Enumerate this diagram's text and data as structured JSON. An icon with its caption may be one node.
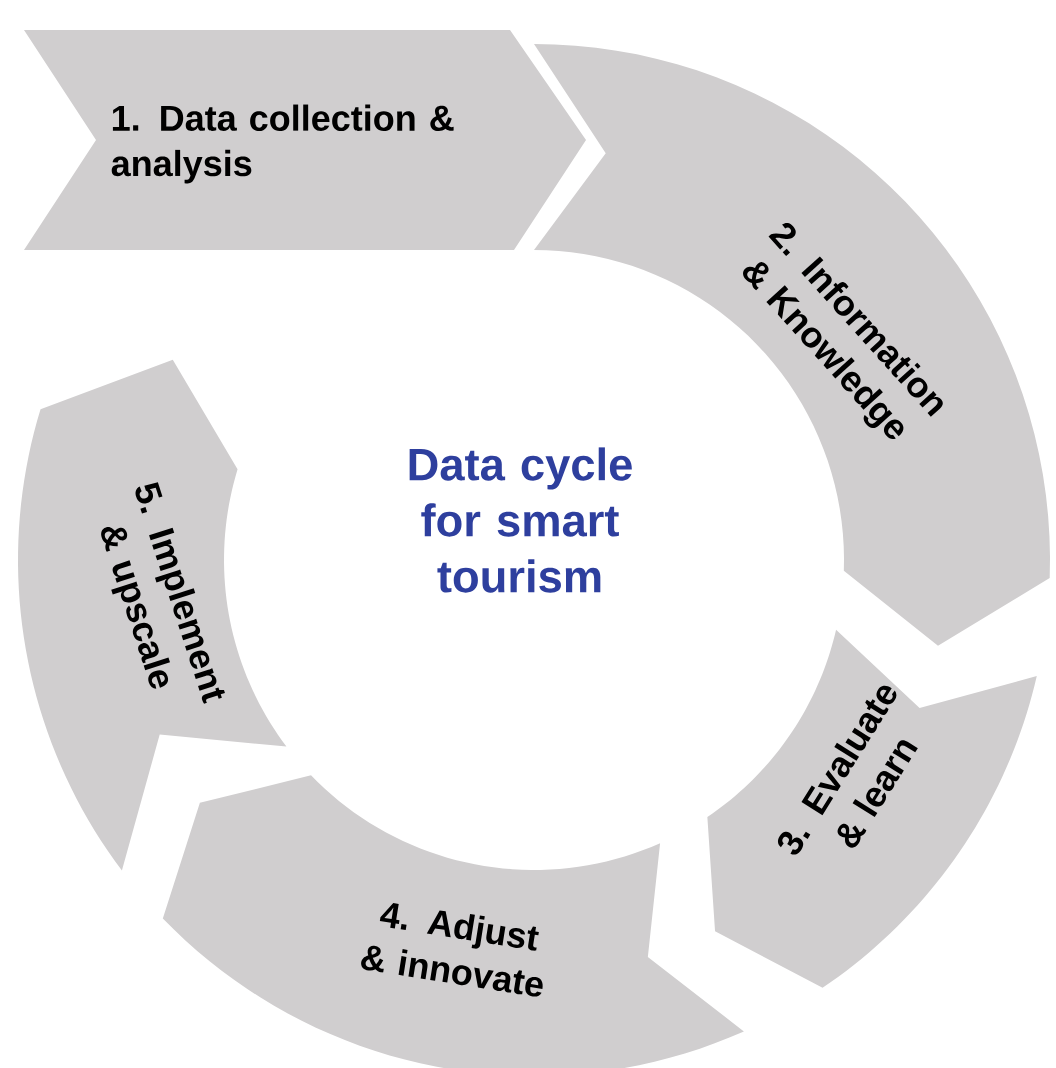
{
  "diagram": {
    "title": "Data cycle for smart tourism",
    "nodes": [
      {
        "text": [
          "1. Data collection & analysis"
        ]
      },
      {
        "text": [
          "2. Information & Knowledge"
        ]
      },
      {
        "text": [
          "3. Evaluate & learn"
        ]
      },
      {
        "text": [
          "4. Adjust & innovate"
        ]
      },
      {
        "text": [
          "5. Implement & upscale"
        ]
      }
    ]
  }
}
